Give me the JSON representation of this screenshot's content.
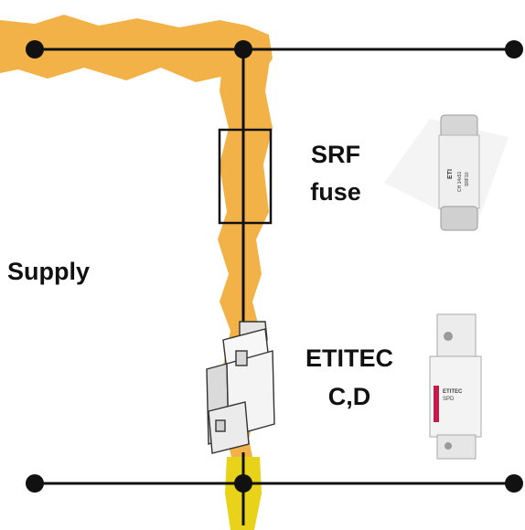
{
  "labels": {
    "supply": "Supply",
    "fuse_line1": "SRF",
    "fuse_line2": "fuse",
    "spd_line1": "ETITEC",
    "spd_line2": "C,D"
  },
  "product_marks": {
    "fuse_brand": "ETI",
    "fuse_code": "CH 14x51",
    "fuse_type": "SRF10",
    "spd_brand": "ETITEC",
    "spd_class": "SPD"
  },
  "colors": {
    "lightning": "#f2b248",
    "ground_glow": "#e8d21a",
    "wire": "#111111",
    "spd_accent": "#c21d4a"
  }
}
